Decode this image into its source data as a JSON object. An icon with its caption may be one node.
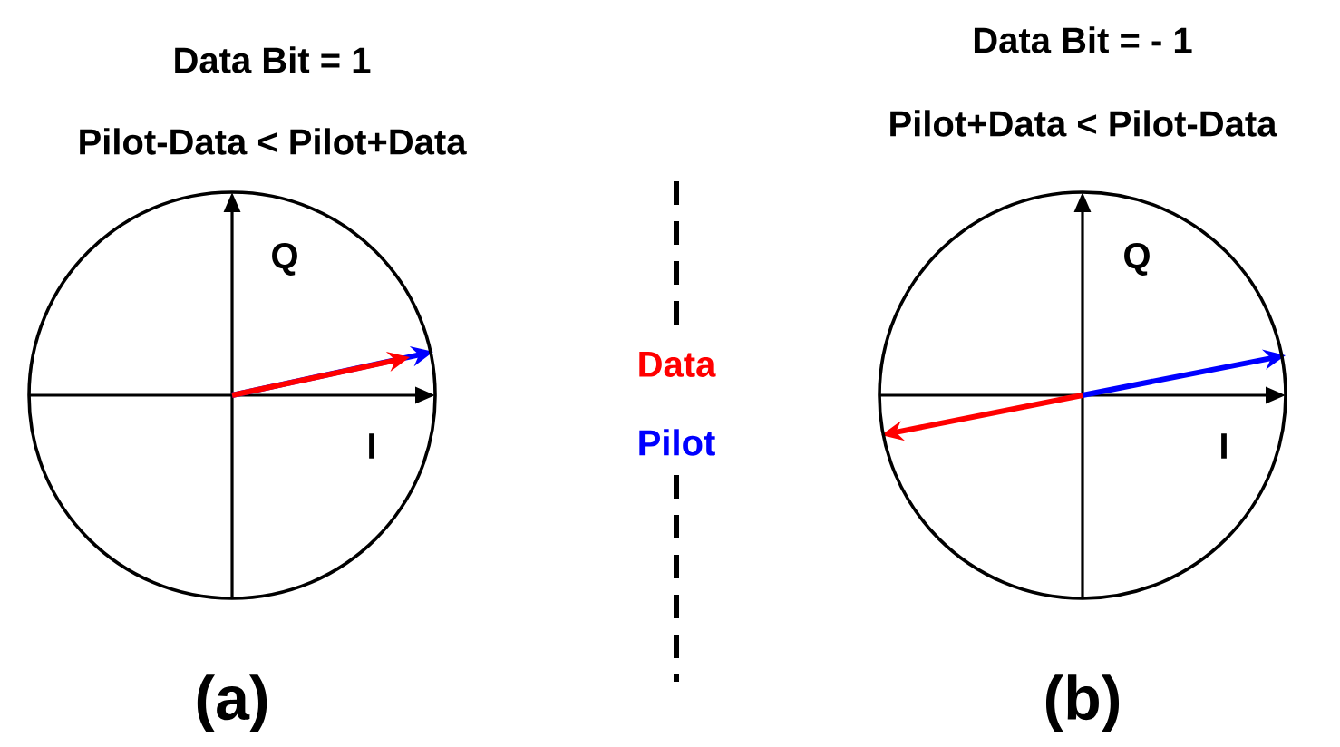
{
  "diagram": {
    "nodes": [
      {
        "text": [
          "Q",
          "I"
        ],
        "beside": [
          "Data Bit = 1",
          "Pilot-Data < Pilot+Data",
          "(a)"
        ]
      },
      {
        "text": [
          "Q",
          "I"
        ],
        "beside": [
          "Data Bit = - 1",
          "Pilot+Data < Pilot-Data",
          "(b)"
        ]
      }
    ],
    "legend": [
      {
        "text": "Data",
        "color": "#ff0000"
      },
      {
        "text": "Pilot",
        "color": "#0000ff"
      }
    ]
  }
}
